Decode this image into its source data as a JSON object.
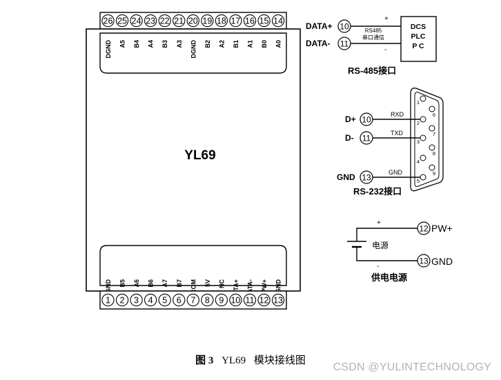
{
  "module": {
    "name": "YL69",
    "top_terminals": [
      "26",
      "25",
      "24",
      "23",
      "22",
      "21",
      "20",
      "19",
      "18",
      "17",
      "16",
      "15",
      "14"
    ],
    "top_labels": [
      "DGND",
      "A5",
      "B4",
      "A4",
      "B3",
      "A3",
      "DGND",
      "B2",
      "A2",
      "B1",
      "A1",
      "B0",
      "A0"
    ],
    "bottom_terminals": [
      "1",
      "2",
      "3",
      "4",
      "5",
      "6",
      "7",
      "8",
      "9",
      "10",
      "11",
      "12",
      "13"
    ],
    "bottom_labels": [
      "DGND",
      "B5",
      "A6",
      "B6",
      "A7",
      "B7",
      "DICOM",
      "5V",
      "NC",
      "DATA+",
      "DATA-",
      "PW+",
      "GND"
    ]
  },
  "rs485": {
    "data_plus_label": "DATA+",
    "data_plus_pin": "10",
    "data_minus_label": "DATA-",
    "data_minus_pin": "11",
    "plus_sign": "+",
    "minus_sign": "-",
    "line_note_1": "RS485",
    "line_note_2": "串口通信",
    "box_line_1": "DCS",
    "box_line_2": "PLC",
    "box_line_3": "P C",
    "caption": "RS-485接口"
  },
  "rs232": {
    "d_plus_label": "D+",
    "d_plus_pin": "10",
    "d_minus_label": "D-",
    "d_minus_pin": "11",
    "gnd_label": "GND",
    "gnd_pin": "13",
    "rxd": "RXD",
    "txd": "TXD",
    "gnd_wire": "GND",
    "connector_pins": [
      "1",
      "2",
      "3",
      "4",
      "5",
      "6",
      "7",
      "8",
      "9"
    ],
    "caption": "RS-232接口"
  },
  "power": {
    "plus_sign": "+",
    "minus_sign": "-",
    "source_label": "电源",
    "pw_pin": "12",
    "pw_label": "PW+",
    "gnd_pin": "13",
    "gnd_label": "GND",
    "caption": "供电电源"
  },
  "figure_caption": {
    "number": "图 3",
    "model": "YL69",
    "text": "模块接线图"
  },
  "watermark": "CSDN @YULINTECHNOLOGY"
}
